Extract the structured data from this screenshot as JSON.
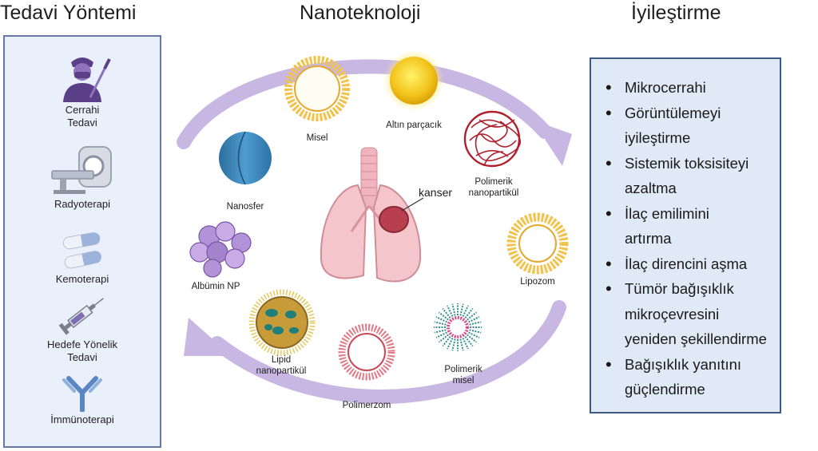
{
  "headings": {
    "left": "Tedavi Yöntemi",
    "center": "Nanoteknoloji",
    "right": "İyileştirme"
  },
  "treatments": [
    {
      "icon": "surgeon-icon",
      "lines": [
        "Cerrahi",
        "Tedavi"
      ]
    },
    {
      "icon": "ct-scanner-icon",
      "lines": [
        "Radyoterapi"
      ]
    },
    {
      "icon": "capsule-icon",
      "lines": [
        "Kemoterapi"
      ]
    },
    {
      "icon": "syringe-icon",
      "lines": [
        "Hedefe Yönelik",
        "Tedavi"
      ]
    },
    {
      "icon": "antibody-icon",
      "lines": [
        "İmmünoterapi"
      ]
    }
  ],
  "nanoparticles": {
    "misel": "Misel",
    "altin": "Altın parçacık",
    "polimerik_np": [
      "Polimerik",
      "nanopartikül"
    ],
    "nanosfer": "Nanosfer",
    "lipozom": "Lipozom",
    "albumin": "Albümin NP",
    "lipid": [
      "Lipid",
      "nanopartikül"
    ],
    "polimerzom": "Polimerzom",
    "polimerik_misel": [
      "Polimerik",
      "misel"
    ]
  },
  "center_label": "kanser",
  "improvements": [
    [
      "Mikrocerrahi"
    ],
    [
      "Görüntülemeyi",
      "iyileştirme"
    ],
    [
      "Sistemik toksisiteyi",
      "azaltma"
    ],
    [
      "İlaç emilimini",
      "artırma"
    ],
    [
      "İlaç direncini aşma"
    ],
    [
      "Tümör bağışıklık",
      "mikroçevresini",
      "yeniden şekillendirme"
    ],
    [
      "Bağışıklık yanıtını",
      "güçlendirme"
    ]
  ],
  "colors": {
    "arrow": "#c7b7e2",
    "panel_left_border": "#6677a6",
    "panel_right_border": "#3d5a86",
    "lung": "#f4c6cc",
    "tumor": "#b8404e"
  }
}
